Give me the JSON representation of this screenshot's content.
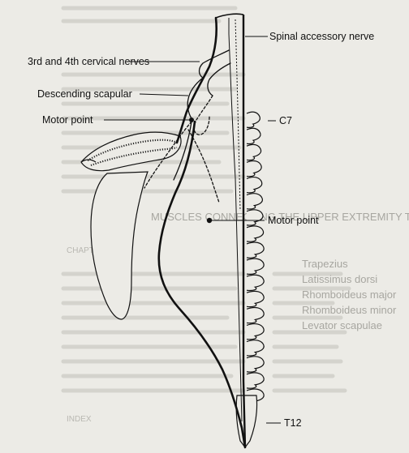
{
  "figure": {
    "labels": {
      "spinal_accessory_nerve": "Spinal accessory nerve",
      "cervical_nerves": "3rd and 4th cervical nerves",
      "descending_scapular": "Descending scapular",
      "motor_point_upper": "Motor point",
      "c7": "C7",
      "motor_point_lower": "Motor point",
      "t12": "T12"
    }
  },
  "show_through": {
    "heading": "MUSCLES CONNECTING THE UPPER EXTREMITY TO THE VERTEBRAL COLUMN",
    "muscles": [
      "Trapezius",
      "Latissimus dorsi",
      "Rhomboideus major",
      "Rhomboideus minor",
      "Levator scapulae"
    ],
    "chapter_label": "CHAPTER",
    "index_label": "INDEX"
  },
  "colors": {
    "background": "#ecebe6",
    "ink": "#111111",
    "show_through": "#b9b8b2"
  }
}
